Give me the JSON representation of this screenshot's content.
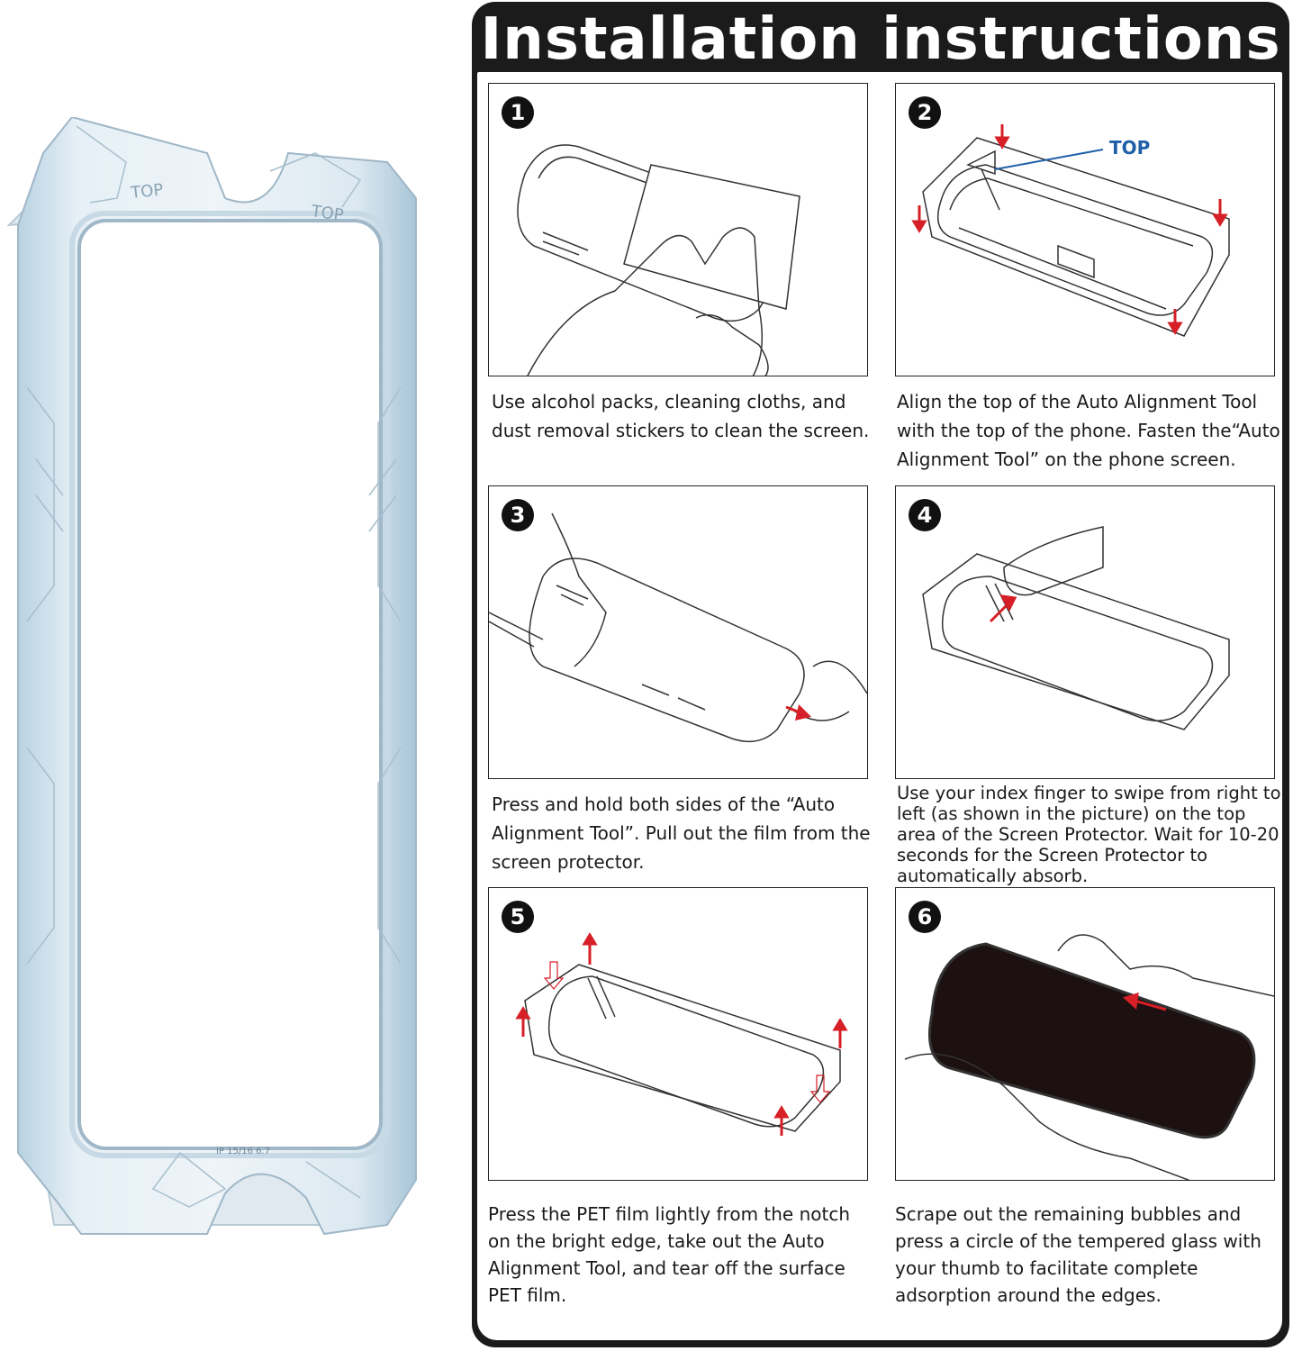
{
  "sheet": {
    "title": "Installation  instructions"
  },
  "product": {
    "frame_labels": [
      "TOP",
      "TOP"
    ],
    "model_label": "IP 15/16  6.7"
  },
  "steps": [
    {
      "number": "1",
      "text": "Use alcohol packs, cleaning cloths, and dust removal stickers to clean the screen."
    },
    {
      "number": "2",
      "text": "Align the top of the Auto Alignment Tool with the top of the phone. Fasten the“Auto Alignment Tool”  on the phone screen.",
      "illustration_label": "TOP"
    },
    {
      "number": "3",
      "text": "Press and hold both sides of the  “Auto Alignment Tool”. Pull out the film from the screen protector."
    },
    {
      "number": "4",
      "text": "Use your index finger to swipe from right to left (as shown in the picture) on the top area of the Screen Protector. Wait for 10-20 seconds for the Screen Protector to automatically absorb."
    },
    {
      "number": "5",
      "text": "Press the PET film lightly from the notch on the bright edge, take out the Auto Alignment Tool, and tear off the surface PET film."
    },
    {
      "number": "6",
      "text": "Scrape out the remaining bubbles and press a circle of the tempered glass with your thumb to facilitate complete adsorption around the edges."
    }
  ],
  "colors": {
    "arrow": "#d61f26",
    "label_blue": "#1f5fa8",
    "frame": "#cfe2ee",
    "sheet_border": "#1b1b1b"
  }
}
